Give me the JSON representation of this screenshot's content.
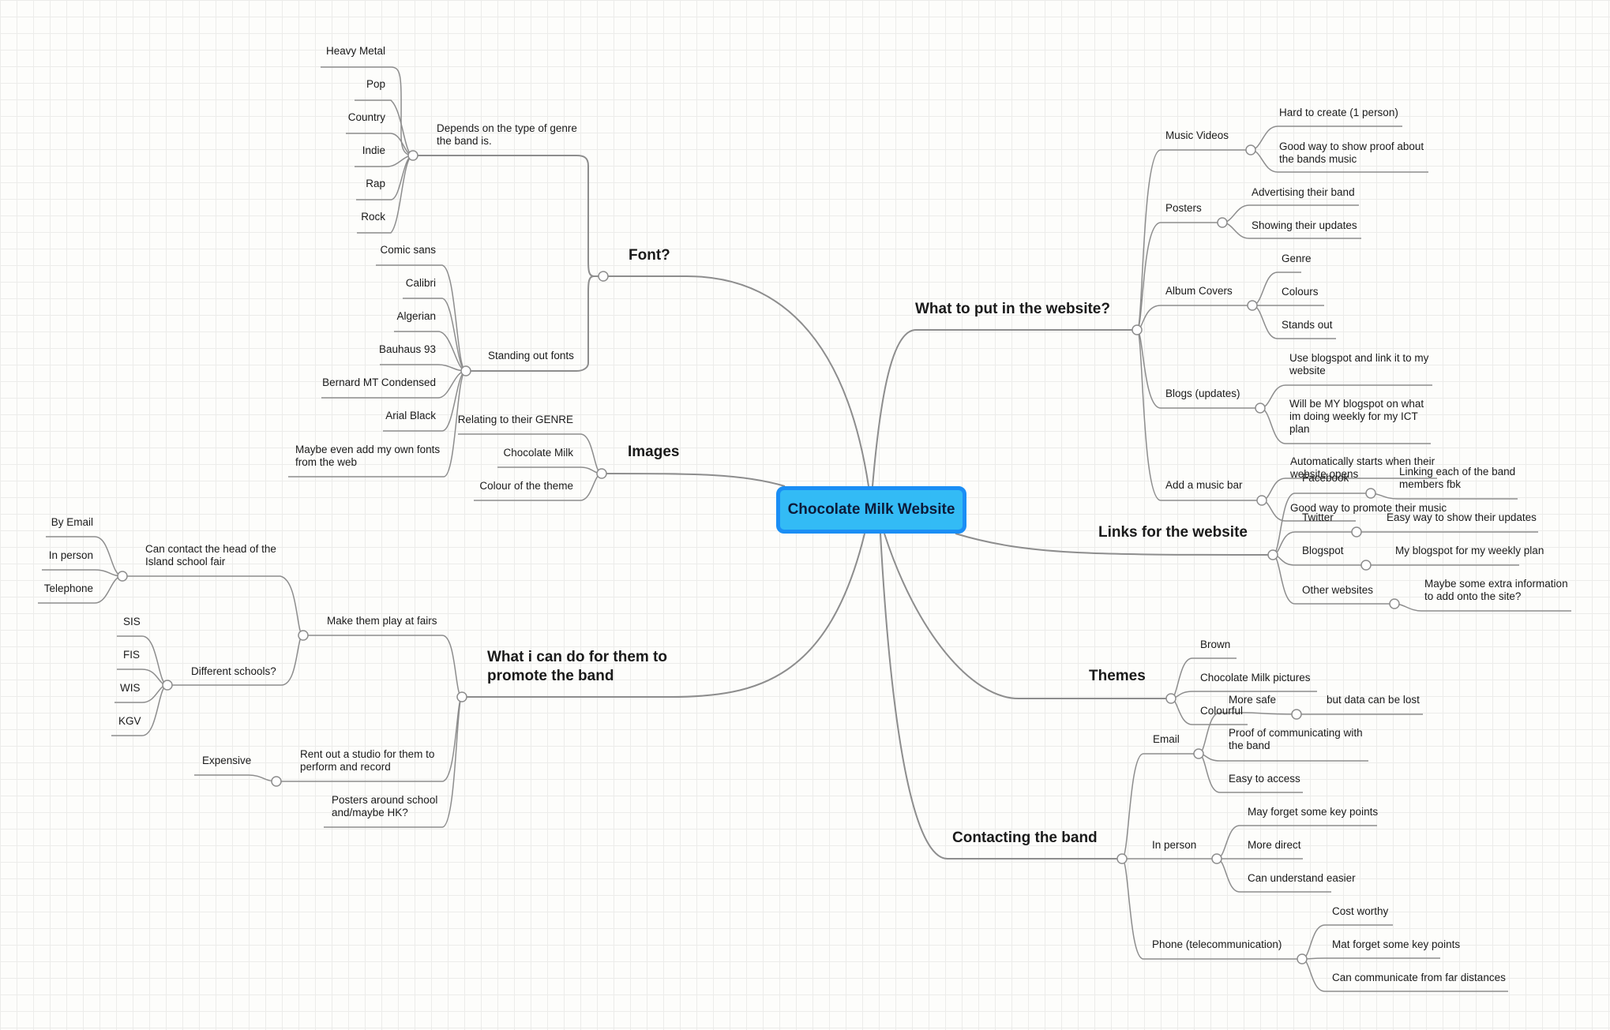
{
  "central": "Chocolate Milk Website",
  "topics": {
    "font": "Font?",
    "images": "Images",
    "promote": "What i can do for them to\npromote the band",
    "website": "What to put in the website?",
    "links": "Links for the website",
    "themes": "Themes",
    "contact": "Contacting the band"
  },
  "font": {
    "genre_dep": "Depends on the type of genre\nthe band is.",
    "genres": [
      "Heavy Metal",
      "Pop",
      "Country",
      "Indie",
      "Rap",
      "Rock"
    ],
    "standing": "Standing out fonts",
    "fonts": [
      "Comic sans",
      "Calibri",
      "Algerian",
      "Bauhaus 93",
      "Bernard MT Condensed",
      "Arial Black",
      "Maybe even add my own fonts\nfrom the web"
    ]
  },
  "images": {
    "items": [
      "Relating to their GENRE",
      "Chocolate Milk",
      "Colour of the theme"
    ]
  },
  "promote": {
    "fairs": "Make them play at fairs",
    "contact_head": "Can contact the head of the\nIsland school fair",
    "contact_ways": [
      "By Email",
      "In person",
      "Telephone"
    ],
    "schools_q": "Different schools?",
    "schools": [
      "SIS",
      "FIS",
      "WIS",
      "KGV"
    ],
    "studio": "Rent out a studio for them to\nperform and record",
    "expensive": "Expensive",
    "posters": "Posters around school\nand/maybe HK?"
  },
  "website": {
    "music_videos": "Music Videos",
    "mv_items": [
      "Hard to create (1 person)",
      "Good way to show proof about\nthe bands music"
    ],
    "posters": "Posters",
    "poster_items": [
      "Advertising their band",
      "Showing their updates"
    ],
    "album": "Album Covers",
    "album_items": [
      "Genre",
      "Colours",
      "Stands out"
    ],
    "blogs": "Blogs (updates)",
    "blog_items": [
      "Use blogspot and link it to my\nwebsite",
      "Will be MY blogspot on what\nim doing weekly for my ICT\nplan"
    ],
    "music_bar": "Add a music bar",
    "bar_items": [
      "Automatically starts when their\nwebsite opens",
      "Good way to promote their music"
    ]
  },
  "links": {
    "facebook": "Facebook",
    "facebook_note": "Linking each of the band\nmembers fbk",
    "twitter": "Twitter",
    "twitter_note": "Easy way to show their updates",
    "blogspot": "Blogspot",
    "blogspot_note": "My blogspot for my weekly plan",
    "other": "Other websites",
    "other_note": "Maybe some extra information\nto add onto the site?"
  },
  "themes": {
    "items": [
      "Brown",
      "Chocolate Milk pictures",
      "Colourful"
    ]
  },
  "contact": {
    "email": "Email",
    "more_safe": "More safe",
    "data_lost": "but data can be lost",
    "email_items": [
      "Proof of communicating with\nthe band",
      "Easy to access"
    ],
    "in_person": "In person",
    "person_items": [
      "May forget some key points",
      "More direct",
      "Can understand easier"
    ],
    "phone": "Phone (telecommunication)",
    "phone_items": [
      "Cost worthy",
      "Mat forget some key points",
      "Can communicate from far distances"
    ]
  }
}
